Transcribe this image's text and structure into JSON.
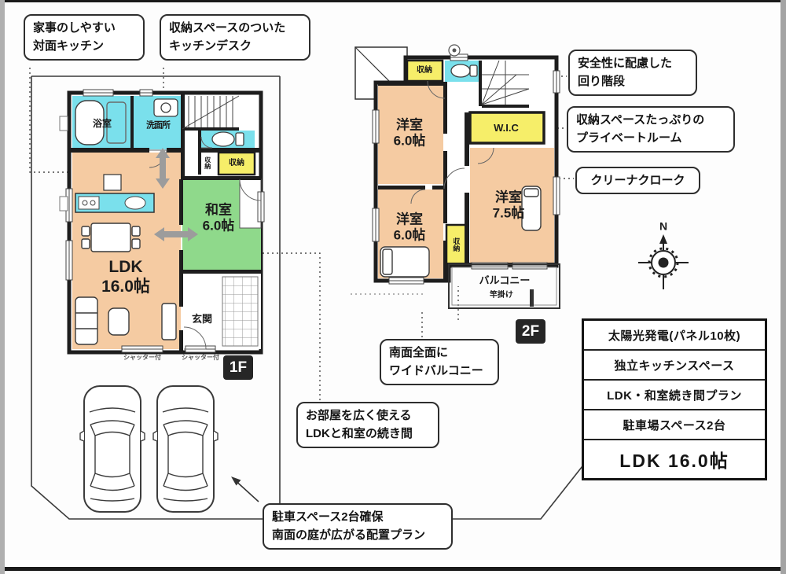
{
  "callouts": {
    "kitchen_counter": [
      "家事のしやすい",
      "対面キッチン"
    ],
    "kitchen_desk": [
      "収納スペースのついた",
      "キッチンデスク"
    ],
    "stairs": [
      "安全性に配慮した",
      "回り階段"
    ],
    "private_room": [
      "収納スペースたっぷりの",
      "プライベートルーム"
    ],
    "cleaner_closet": [
      "クリーナクローク"
    ],
    "wide_balcony": [
      "南面全面に",
      "ワイドバルコニー"
    ],
    "tatami_ldk": [
      "お部屋を広く使える",
      "LDKと和室の続き間"
    ],
    "parking": [
      "駐車スペース2台確保",
      "南面の庭が広がる配置プラン"
    ]
  },
  "floor1": {
    "badge": "1F",
    "ldk": [
      "LDK",
      "16.0帖"
    ],
    "washitsu": [
      "和室",
      "6.0帖"
    ],
    "bath": "浴室",
    "washroom": "洗面所",
    "entrance": "玄関",
    "storage": "収納",
    "storage_hall": "収納",
    "shutter_left": "シャッター付",
    "shutter_right": "シャッター付"
  },
  "floor2": {
    "badge": "2F",
    "room_nw": [
      "洋室",
      "6.0帖"
    ],
    "room_sw": [
      "洋室",
      "6.0帖"
    ],
    "room_se": [
      "洋室",
      "7.5帖"
    ],
    "wic": "W.I.C",
    "storage_top": "収納",
    "storage_mid": "収納",
    "balcony": "バルコニー",
    "pole_hanger": "竿掛け"
  },
  "compass": {
    "north": "N"
  },
  "spec_table": {
    "rows": [
      "太陽光発電(パネル10枚)",
      "独立キッチンスペース",
      "LDK・和室続き間プラン",
      "駐車場スペース2台"
    ],
    "highlight": "LDK 16.0帖"
  },
  "colors": {
    "room_peach": "#f5cba2",
    "room_green": "#8fd98b",
    "water_cyan": "#7ae0ec",
    "storage_yellow": "#f6ee69",
    "wall": "#1d1d1d"
  }
}
